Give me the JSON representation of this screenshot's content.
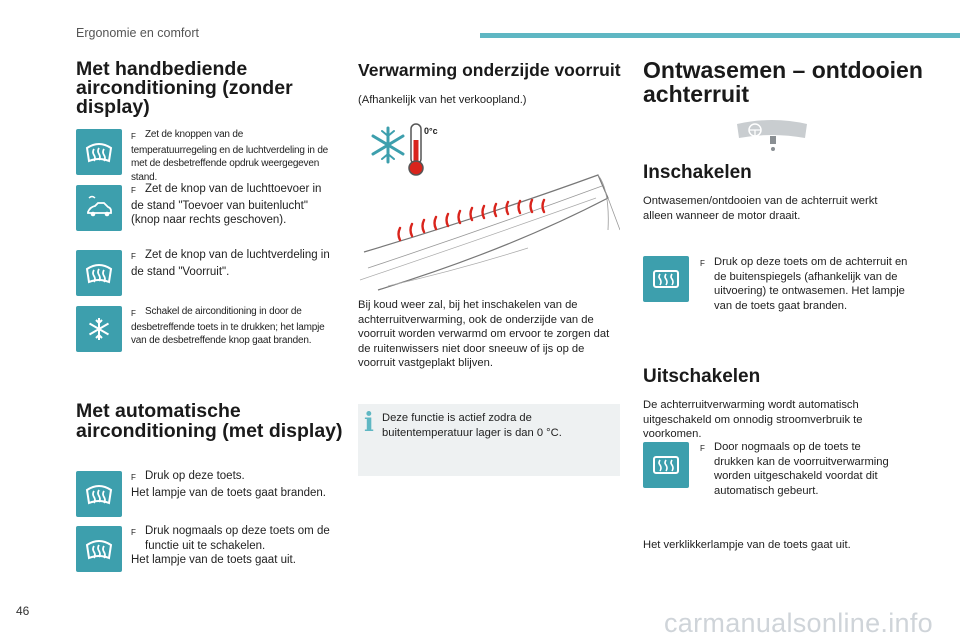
{
  "header": {
    "section_label": "Ergonomie en comfort",
    "page_number": "46"
  },
  "col1": {
    "heading": "Met handbediende airconditioning (zonder display)",
    "items": [
      {
        "icon": "defrost-windscreen-icon",
        "text": "Zet de knoppen van de temperatuurregeling en de luchtverdeling in de met de desbetreffende opdruk weergegeven stand."
      },
      {
        "icon": "recirculation-off-icon",
        "text": "Zet de knop van de luchttoevoer in de stand \"Toevoer van buitenlucht\" (knop naar rechts geschoven)."
      },
      {
        "icon": "defrost-windscreen-icon",
        "text": "Zet de knop van de luchtverdeling in de stand \"Voorruit\"."
      },
      {
        "icon": "air-conditioning-icon",
        "text": "Schakel de airconditioning in door de desbetreffende toets in te drukken; het lampje van de desbetreffende knop gaat branden."
      }
    ],
    "heading2": "Met automatische airconditioning (met display)",
    "auto_items": [
      {
        "icon": "defrost-windscreen-icon",
        "bullet_text": "Druk op deze toets.",
        "extra": "Het lampje van de toets gaat branden."
      },
      {
        "icon": "defrost-windscreen-icon",
        "bullet_text": "Druk nogmaals op deze toets om de functie uit te schakelen.",
        "extra": "Het lampje van de toets gaat uit."
      }
    ]
  },
  "col2": {
    "heading": "Verwarming onderzijde voorruit",
    "subtitle": "(Afhankelijk van het verkoopland.)",
    "illustration_temp": "0°c",
    "body": "Bij koud weer zal, bij het inschakelen van de achterruitverwarming, ook de onderzijde van de voorruit worden verwarmd om ervoor te zorgen dat de ruitenwissers niet door sneeuw of ijs op de voorruit vastgeplakt blijven.",
    "note": "Deze functie is actief zodra de buitentemperatuur lager is dan 0 °C."
  },
  "col3": {
    "heading": "Ontwasemen – ontdooien achterruit",
    "on_heading": "Inschakelen",
    "on_body": "Ontwasemen/ontdooien van de achterruit werkt alleen wanneer de motor draait.",
    "on_item": "Druk op deze toets om de achterruit en de buitenspiegels (afhankelijk van de uitvoering) te ontwasemen. Het lampje van de toets gaat branden.",
    "off_heading": "Uitschakelen",
    "off_body": "De achterruitverwarming wordt automatisch uitgeschakeld om onnodig stroomverbruik te voorkomen.",
    "off_item": "Door nogmaals op de toets te drukken kan de voorruitverwarming worden uitgeschakeld voordat dit automatisch gebeurt.",
    "footer_text": "Het verklikkerlampje van de toets gaat uit."
  },
  "bullet_glyph": "F",
  "watermark": "carmanualsonline.info",
  "colors": {
    "accent": "#3d9fad",
    "bar": "#5fb7c3",
    "note_bg": "#eef1f2",
    "heat_red": "#d9241c"
  }
}
